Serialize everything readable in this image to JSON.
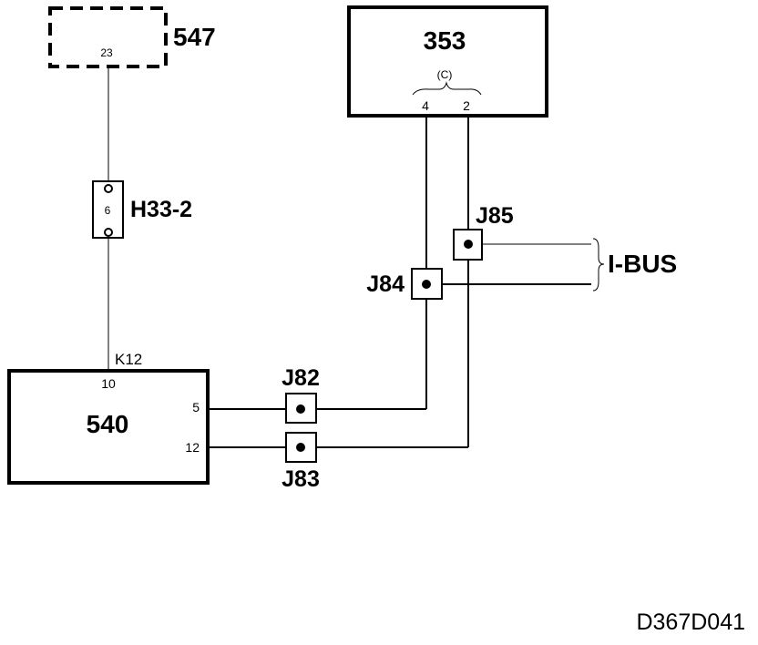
{
  "components": {
    "c547": {
      "label": "547",
      "pin": "23"
    },
    "c353": {
      "label": "353",
      "connector": "(C)",
      "pin_left": "4",
      "pin_right": "2"
    },
    "c540": {
      "label": "540",
      "connector": "K12",
      "pin_top": "10",
      "pin_5": "5",
      "pin_12": "12"
    }
  },
  "inline_connector": {
    "label": "H33-2",
    "pin": "6"
  },
  "junctions": {
    "j82": "J82",
    "j83": "J83",
    "j84": "J84",
    "j85": "J85"
  },
  "bus_label": "I-BUS",
  "diagram_id": "D367D041"
}
